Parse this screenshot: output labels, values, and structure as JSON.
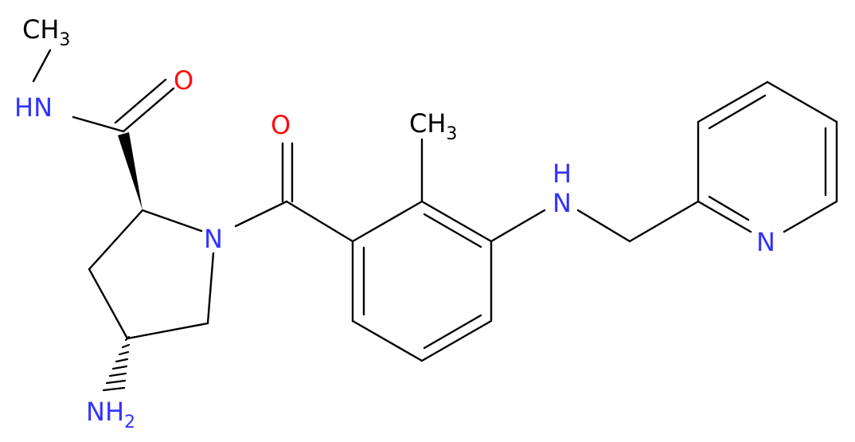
{
  "colors": {
    "bond": "#000000",
    "nitrogen": "#3333ff",
    "oxygen": "#ff0d0d",
    "carbon_label": "#000000",
    "background": "#ffffff"
  },
  "atoms": {
    "ch3_top_left": {
      "main": "CH",
      "sub": "3"
    },
    "nh_amide": {
      "main": "HN",
      "sub": ""
    },
    "o_amide": {
      "main": "O",
      "sub": ""
    },
    "o_ketone": {
      "main": "O",
      "sub": ""
    },
    "ch3_aryl": {
      "main": "CH",
      "sub": "3"
    },
    "nh_amine": {
      "main": "H",
      "sub": "",
      "second": "N"
    },
    "n_ring": {
      "main": "N",
      "sub": ""
    },
    "n_pyridine": {
      "main": "N",
      "sub": ""
    },
    "nh2": {
      "main": "NH",
      "sub": "2"
    }
  }
}
